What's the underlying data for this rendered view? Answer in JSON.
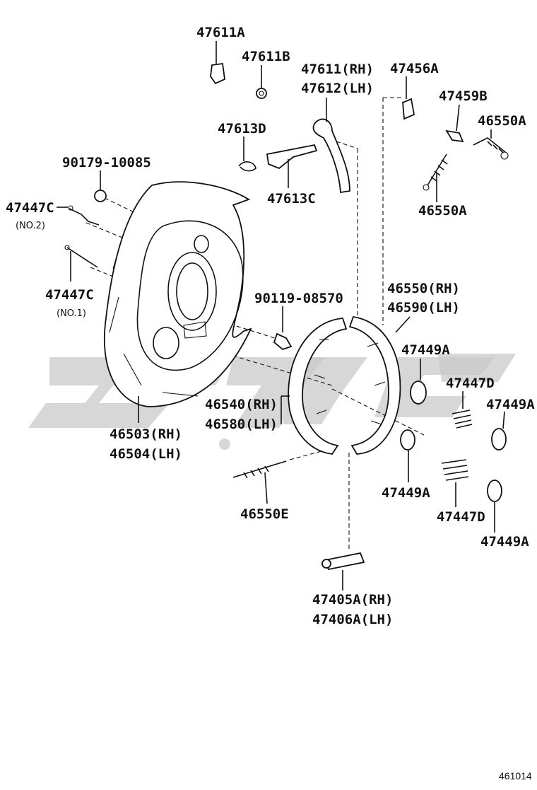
{
  "figure_number": "461014",
  "labels": {
    "p47611A": "47611A",
    "p47611B": "47611B",
    "p47611RH": "47611(RH)",
    "p47612LH": "47612(LH)",
    "p47456A": "47456A",
    "p47459B": "47459B",
    "p46550A_top": "46550A",
    "p46550A_mid": "46550A",
    "p47613D": "47613D",
    "p47613C": "47613C",
    "p90179": "90179-10085",
    "p47447C_no2": "47447C",
    "no2": "(NO.2)",
    "p47447C_no1": "47447C",
    "no1": "(NO.1)",
    "p46550RH": "46550(RH)",
    "p46590LH": "46590(LH)",
    "p90119": "90119-08570",
    "p47449A_1": "47449A",
    "p47447D_1": "47447D",
    "p47449A_2": "47449A",
    "p46540RH": "46540(RH)",
    "p46580LH": "46580(LH)",
    "p46503RH": "46503(RH)",
    "p46504LH": "46504(LH)",
    "p47449A_3": "47449A",
    "p47447D_2": "47447D",
    "p47449A_4": "47449A",
    "p46550E": "46550E",
    "p47405RH": "47405A(RH)",
    "p47406LH": "47406A(LH)"
  },
  "colors": {
    "line": "#111111",
    "watermark": "#c9c9c9",
    "background": "#ffffff"
  }
}
